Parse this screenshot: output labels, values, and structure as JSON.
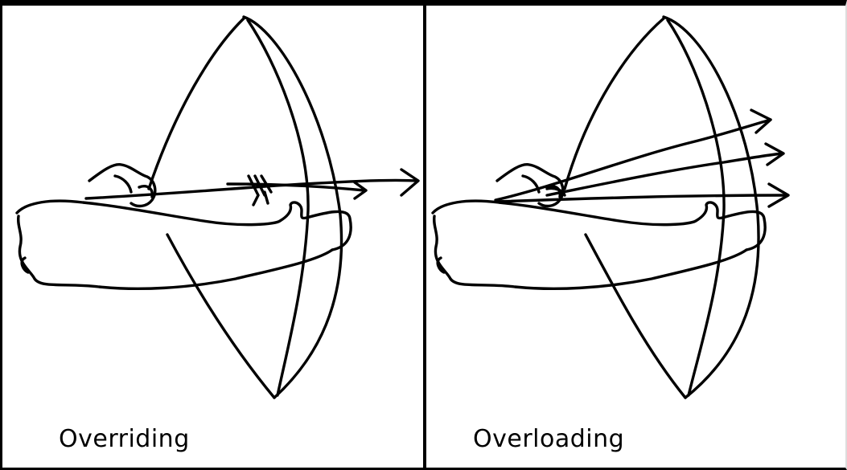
{
  "panels": [
    {
      "id": "left",
      "caption": "Overriding",
      "arrow_count": 2
    },
    {
      "id": "right",
      "caption": "Overloading",
      "arrow_count": 3
    }
  ],
  "colors": {
    "ink": "#000000",
    "background": "#ffffff"
  }
}
